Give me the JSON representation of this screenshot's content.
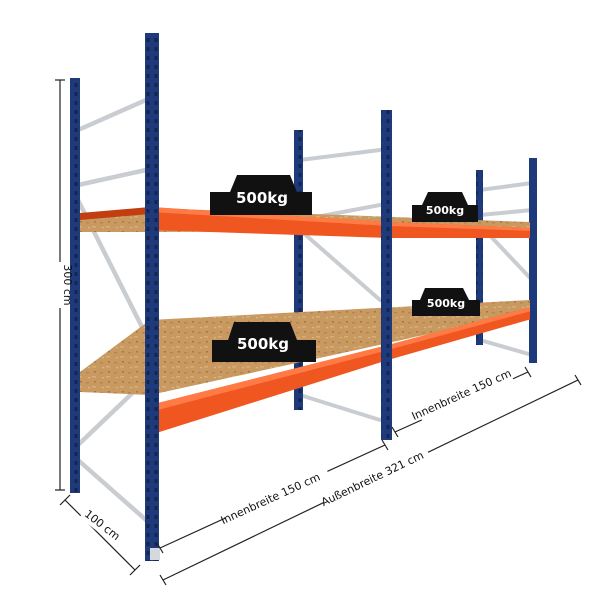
{
  "colors": {
    "upright": "#1f3a7a",
    "upright_dark": "#14285a",
    "beam": "#f0561f",
    "beam_dark": "#c23d10",
    "deck": "#c89a62",
    "brace": "#c9cdd2",
    "weight": "#111111",
    "dim_line": "#222222"
  },
  "dimensions": {
    "height": "300 cm",
    "depth": "100 cm",
    "inner_width_1": "Innenbreite 150 cm",
    "inner_width_2": "Innenbreite 150 cm",
    "outer_width": "Außenbreite 321 cm"
  },
  "loads": {
    "bay1_upper": "500kg",
    "bay2_upper": "500kg",
    "bay1_lower": "500kg",
    "bay2_lower": "500kg"
  },
  "icons": [
    "weight-block-icon"
  ]
}
